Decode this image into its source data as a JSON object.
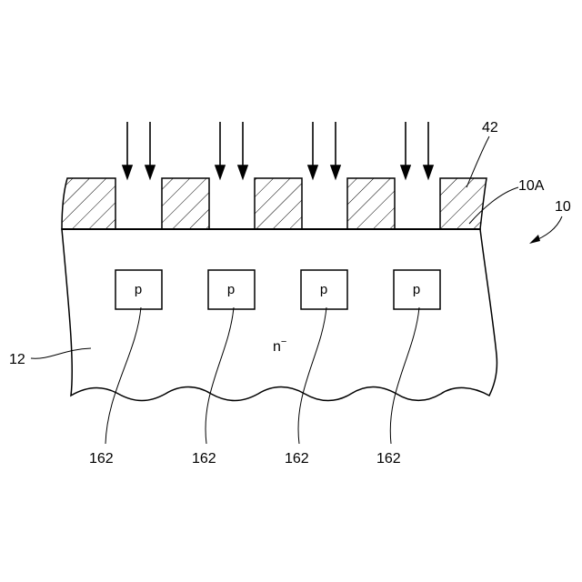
{
  "labels": {
    "mask": "42",
    "surface": "10A",
    "device": "10",
    "substrate": "12",
    "region_type": "n",
    "region_superscript": "−",
    "p_region": "p",
    "p_region_ref": "162"
  },
  "mask_blocks": 5,
  "p_regions": 4,
  "arrows": 8,
  "colors": {
    "line": "#000000",
    "background": "#ffffff"
  }
}
